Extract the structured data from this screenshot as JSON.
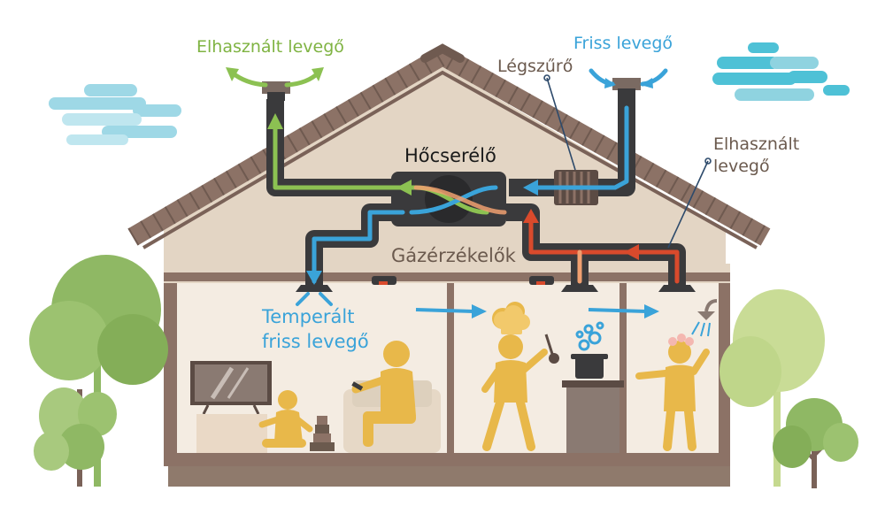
{
  "labels": {
    "exhaust_out": "Elhasznált levegő",
    "fresh_in": "Friss levegő",
    "filter": "Légszűrő",
    "heat_exchanger": "Hőcserélő",
    "exhaust_in_line1": "Elhasznált",
    "exhaust_in_line2": "levegő",
    "gas_sensors": "Gázérzékelők",
    "tempered_line1": "Temperált",
    "tempered_line2": "friss levegő"
  },
  "colors": {
    "green": "#7fb342",
    "blue": "#3aa3d9",
    "orange": "#e8795a",
    "red": "#d94a2c",
    "duct": "#3a3a3c",
    "roof": "#8c7266",
    "wall": "#e3d5c4",
    "cloud": "#8fd3e0",
    "figure": "#e8b84a",
    "tree": "#8fb864"
  },
  "icons": [
    "cloud-icon",
    "tree-icon",
    "tv-icon",
    "sofa-icon",
    "chef-icon",
    "pot-icon",
    "shower-icon",
    "person-icon",
    "child-icon"
  ]
}
